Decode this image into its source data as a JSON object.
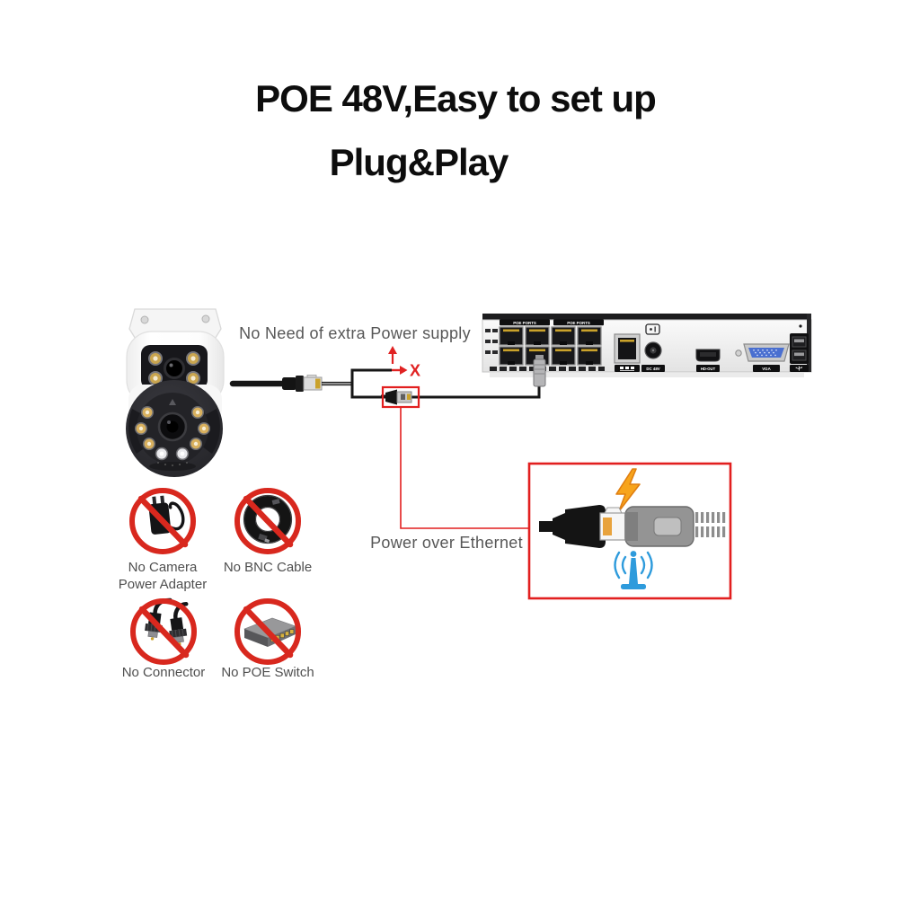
{
  "title": {
    "line1": "POE 48V,Easy to set up",
    "line2": "Plug&Play"
  },
  "callouts": {
    "no_extra_power": "No Need of extra Power supply",
    "x_mark": "X",
    "power_over_ethernet": "Power over Ethernet"
  },
  "nvr": {
    "poe_ports_left": "POE PORTS",
    "poe_ports_right": "POE PORTS",
    "dc_port": "DC 48V",
    "hdmi_port": "HD-OUT",
    "vga_port": "VGA"
  },
  "prohibitions": {
    "camera_power_adapter": {
      "line1": "No Camera",
      "line2": "Power Adapter"
    },
    "bnc_cable": {
      "line1": "No BNC Cable"
    },
    "connector": {
      "line1": "No Connector"
    },
    "poe_switch": {
      "line1": "No POE Switch"
    }
  },
  "icons": {
    "lightning": "lightning-icon",
    "wifi_antenna": "wifi-antenna-icon",
    "usb": "usb-icon",
    "lan": "lan-icon",
    "dc_polarity": "dc-polarity-icon",
    "up_arrow": "up-arrow-icon",
    "x_cross": "x-icon",
    "prohibition": "prohibition-icon"
  },
  "colors": {
    "accent_red": "#E21F1F",
    "prohibition_red": "#D8281E",
    "lightning_orange": "#F7A41C",
    "wifi_blue": "#2E9BDC",
    "text_gray": "#575757"
  }
}
